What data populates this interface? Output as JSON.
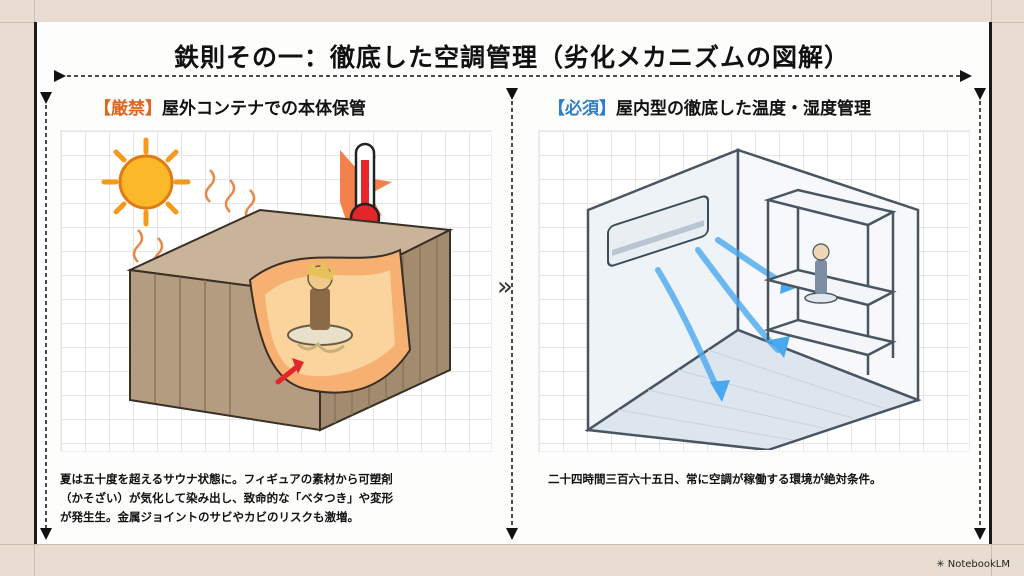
{
  "title": "鉄則その一：徹底した空調管理（劣化メカニズムの図解）",
  "left": {
    "tag": "【厳禁】",
    "heading": "屋外コンテナでの本体保管",
    "caption_lines": [
      "夏は五十度を超えるサウナ状態に。フィギュアの素材から可塑剤",
      "（かそざい）が気化して染み出し、致命的な「ベタつき」や変形",
      "が発生生。金属ジョイントのサビやカビのリスクも激増。"
    ]
  },
  "right": {
    "tag": "【必須】",
    "heading": "屋内型の徹底した温度・湿度管理",
    "caption": "二十四時間三百六十五日、常に空調が稼働する環境が絶対条件。"
  },
  "separator_glyph": "»",
  "brand": "NotebookLM",
  "colors": {
    "warn": "#e0651f",
    "ok": "#2f7fc4",
    "container": "#b49c80",
    "heat": "#f08a32",
    "cool": "#4aa8ee"
  },
  "icons": [
    "sun-icon",
    "thermometer-icon",
    "shipping-container-icon",
    "figure-icon",
    "air-conditioner-icon",
    "shelf-icon",
    "airflow-arrow-icon",
    "chevron-right-icon"
  ]
}
